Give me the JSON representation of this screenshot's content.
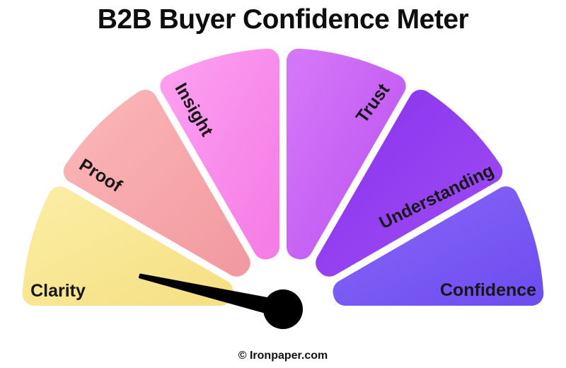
{
  "title": "B2B Buyer Confidence Meter",
  "attribution": "© Ironpaper.com",
  "colors": {
    "background": "#ffffff",
    "title_text": "#0e0e0e",
    "label_text": "#171717",
    "needle": "#000000"
  },
  "chart_data": {
    "type": "gauge",
    "title": "B2B Buyer Confidence Meter",
    "layout": "semicircular fan, 6 rounded wedge segments, left to right",
    "segments": [
      {
        "label": "Clarity",
        "angle_start": 180,
        "angle_end": 150,
        "color_from": "#FAEDA2",
        "color_to": "#F6E085",
        "label_x": 82,
        "label_y": 411,
        "label_rotation": 0
      },
      {
        "label": "Proof",
        "angle_start": 150,
        "angle_end": 120,
        "color_from": "#FBB6B6",
        "color_to": "#F29AA1",
        "label_x": 142,
        "label_y": 248,
        "label_rotation": 32
      },
      {
        "label": "Insight",
        "angle_start": 120,
        "angle_end": 90,
        "color_from": "#FC9FF0",
        "color_to": "#F57DE6",
        "label_x": 274,
        "label_y": 155,
        "label_rotation": 60
      },
      {
        "label": "Trust",
        "angle_start": 90,
        "angle_end": 60,
        "color_from": "#D476F8",
        "color_to": "#BC52F1",
        "label_x": 527,
        "label_y": 146,
        "label_rotation": -54
      },
      {
        "label": "Understanding",
        "angle_start": 60,
        "angle_end": 30,
        "color_from": "#8B34EE",
        "color_to": "#9D4BF3",
        "label_x": 617,
        "label_y": 278,
        "label_rotation": -26
      },
      {
        "label": "Confidence",
        "angle_start": 30,
        "angle_end": 0,
        "color_from": "#8667F7",
        "color_to": "#6F4EF0",
        "label_x": 690,
        "label_y": 410,
        "label_rotation": 0
      }
    ],
    "needle": {
      "points_to": "Clarity",
      "angle_deg": 167,
      "tip": [
        198,
        390
      ],
      "hub": [
        400,
        437
      ],
      "hub_radius": 28,
      "tip_half_width": 2,
      "hub_half_width": 11,
      "color": "#000000"
    }
  }
}
